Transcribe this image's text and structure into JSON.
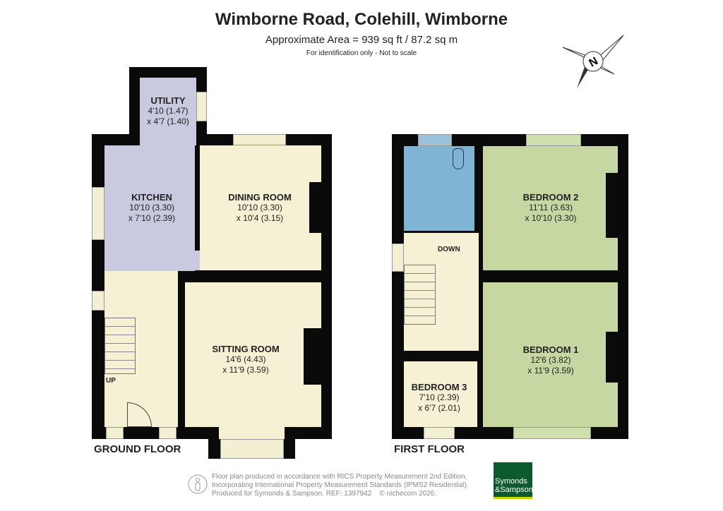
{
  "header": {
    "title": "Wimborne Road, Colehill, Wimborne",
    "area": "Approximate Area = 939 sq ft / 87.2 sq m",
    "note": "For identification only - Not to scale"
  },
  "compass": {
    "label": "N"
  },
  "ground_floor": {
    "label": "GROUND FLOOR",
    "stairs_label": "UP",
    "rooms": [
      {
        "name": "UTILITY",
        "dim1": "4'10 (1.47)",
        "dim2": "x 4'7 (1.40)",
        "color": "#c9cae0"
      },
      {
        "name": "KITCHEN",
        "dim1": "10'10 (3.30)",
        "dim2": "x 7'10 (2.39)",
        "color": "#c9cae0"
      },
      {
        "name": "DINING ROOM",
        "dim1": "10'10 (3.30)",
        "dim2": "x 10'4 (3.15)",
        "color": "#f6f1d4"
      },
      {
        "name": "SITTING ROOM",
        "dim1": "14'6 (4.43)",
        "dim2": "x 11'9 (3.59)",
        "color": "#f6f1d4"
      }
    ]
  },
  "first_floor": {
    "label": "FIRST FLOOR",
    "stairs_label": "DOWN",
    "rooms": [
      {
        "name": "BEDROOM 2",
        "dim1": "11'11 (3.63)",
        "dim2": "x 10'10 (3.30)",
        "color": "#c6d7a1"
      },
      {
        "name": "BEDROOM 1",
        "dim1": "12'6 (3.82)",
        "dim2": "x 11'9 (3.59)",
        "color": "#c6d7a1"
      },
      {
        "name": "BEDROOM 3",
        "dim1": "7'10 (2.39)",
        "dim2": "x 6'7 (2.01)",
        "color": "#f6f1d4"
      }
    ],
    "bathroom_color": "#7fb4d4"
  },
  "footer": {
    "line1": "Floor plan produced in accordance with RICS Property Measurement 2nd Edition,",
    "line2": "Incorporating International Property Measurement Standards (IPMS2 Residential).",
    "copyright": "© nichecom 2026.",
    "line3": "Produced for Symonds & Sampson.   REF:  1397942",
    "logo_line1": "Symonds",
    "logo_line2": "&Sampson",
    "logo_color": "#0d5a2e"
  }
}
